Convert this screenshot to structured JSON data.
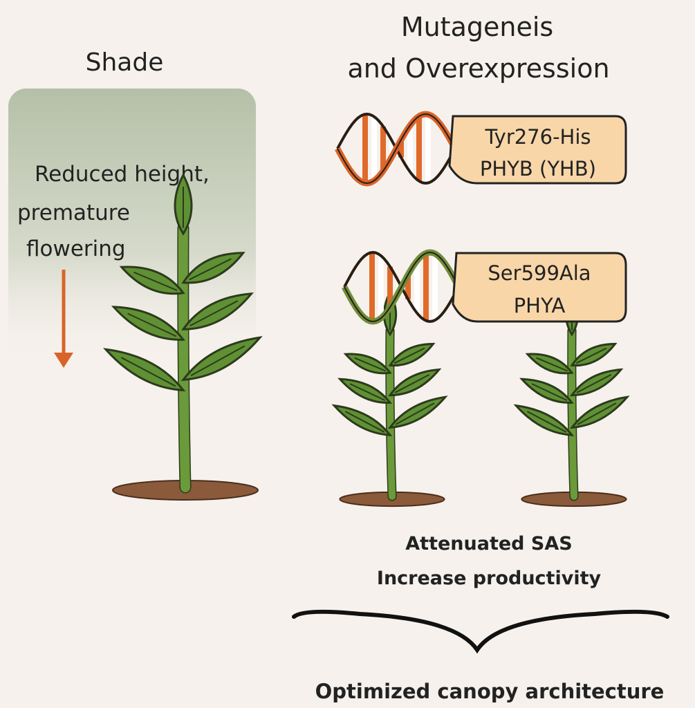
{
  "left_panel": {
    "title": "Shade",
    "effect_lines": [
      "Reduced height,",
      "premature",
      "flowering"
    ]
  },
  "right_panel": {
    "title_lines": [
      "Mutageneis",
      "and Overexpression"
    ],
    "mutations": [
      {
        "line1": "Tyr276-His",
        "line2": "PHYB (YHB)",
        "helix_accent": "#d9642a"
      },
      {
        "line1": "Ser599Ala",
        "line2": "PHYA",
        "helix_accent": "#6f8f3a"
      }
    ],
    "outcome_lines": [
      "Attenuated SAS",
      "Increase productivity"
    ]
  },
  "conclusion": "Optimized canopy architecture",
  "colors": {
    "leaf": "#5f9134",
    "outline": "#2c3a1c",
    "stem": "#6a9a3a",
    "soil": "#8a5a3a",
    "arrow": "#d9642a",
    "label_box": "#f8d6a8",
    "shade_top": "#b7c2aa"
  }
}
